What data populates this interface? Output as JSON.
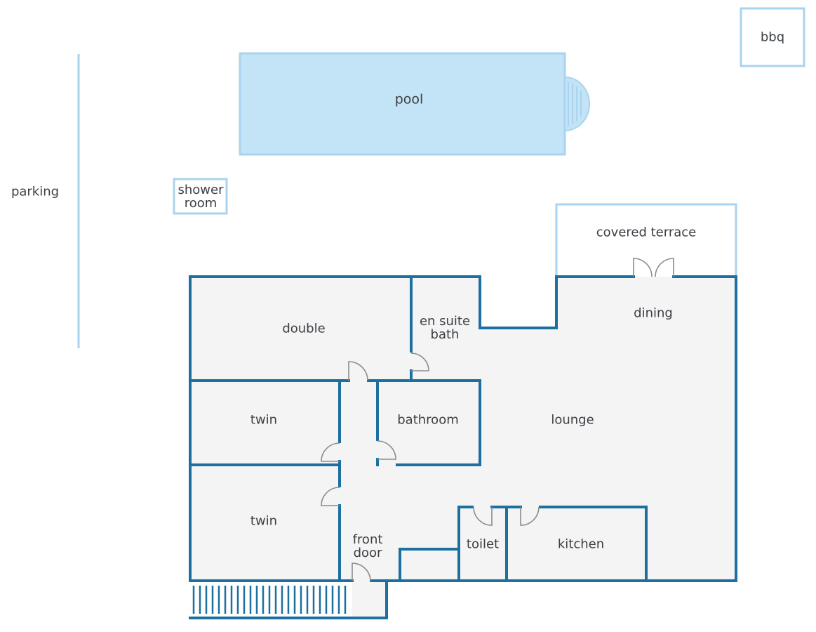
{
  "colors": {
    "wall": "#1d6fa0",
    "outdoor_outline": "#a9d3ee",
    "pool_fill": "#c3e3f6",
    "floor_fill": "#f4f4f4",
    "door": "#8c8c8c",
    "text": "#3b3f44"
  },
  "labels": {
    "bbq": "bbq",
    "pool": "pool",
    "parking": "parking",
    "shower_room_line1": "shower",
    "shower_room_line2": "room",
    "covered_terrace": "covered terrace",
    "dining": "dining",
    "double": "double",
    "en_suite_line1": "en suite",
    "en_suite_line2": "bath",
    "twin_upper": "twin",
    "bathroom": "bathroom",
    "lounge": "lounge",
    "twin_lower": "twin",
    "front_door_line1": "front",
    "front_door_line2": "door",
    "toilet": "toilet",
    "kitchen": "kitchen"
  }
}
